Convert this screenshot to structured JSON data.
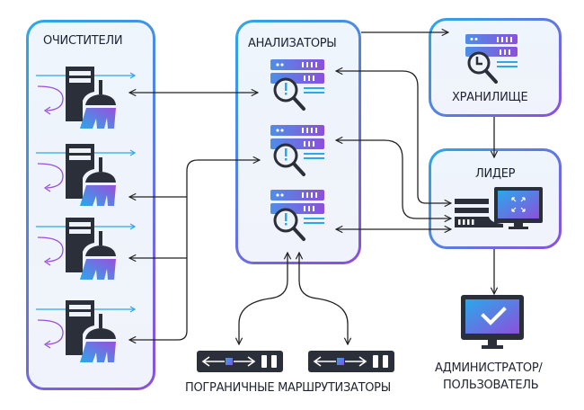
{
  "nodes": {
    "cleaners": {
      "label": "ОЧИСТИТЕЛИ",
      "count": 4,
      "icon": "server-broom-icon"
    },
    "analyzers": {
      "label": "АНАЛИЗАТОРЫ",
      "count": 3,
      "icon": "server-alert-magnifier-icon"
    },
    "storage": {
      "label": "ХРАНИЛИЩЕ",
      "icon": "server-clock-magnifier-icon"
    },
    "leader": {
      "label": "ЛИДЕР",
      "icon": "server-monitor-icon"
    },
    "admin": {
      "label_line1": "АДМИНИСТРАТОР/",
      "label_line2": "ПОЛЬЗОВАТЕЛЬ",
      "icon": "monitor-check-icon"
    },
    "routers": {
      "label": "ПОГРАНИЧНЫЕ МАРШРУТИЗАТОРЫ",
      "count": 2,
      "icon": "router-icon"
    }
  },
  "colors": {
    "gradient_start": "#2aa8ea",
    "gradient_end": "#8d4fdc",
    "dark": "#2b2f3a",
    "line": "#222222"
  }
}
